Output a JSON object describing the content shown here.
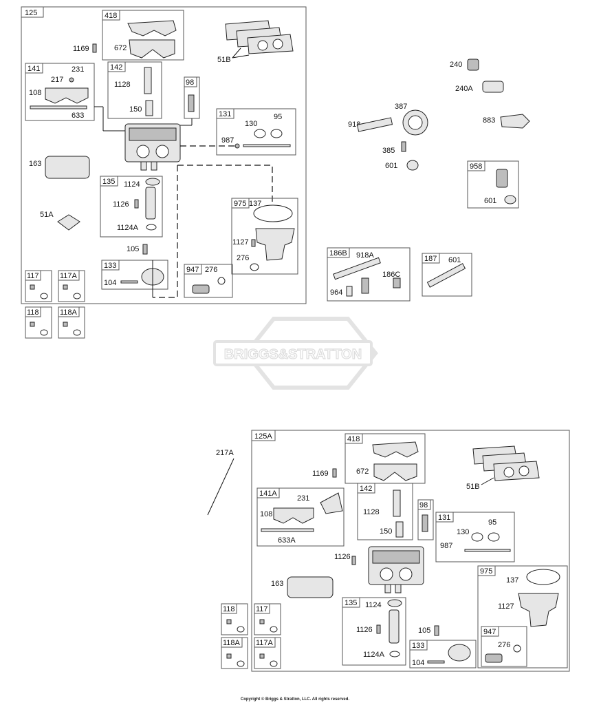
{
  "watermark": "BRIGGS&STRATTON",
  "copyright": "Copyright © Briggs & Stratton, LLC. All rights reserved.",
  "diagram1": {
    "kit": "125",
    "k418": "418",
    "p672": "672",
    "p1169": "1169",
    "p51b": "51B",
    "k141": "141",
    "p231": "231",
    "p217": "217",
    "p108": "108",
    "p633": "633",
    "k142": "142",
    "p1128": "1128",
    "p150": "150",
    "k98": "98",
    "k131": "131",
    "p130": "130",
    "p95": "95",
    "p987": "987",
    "p163": "163",
    "p51a": "51A",
    "k135": "135",
    "p1124": "1124",
    "p1126": "1126",
    "p1124a": "1124A",
    "p105": "105",
    "k133": "133",
    "p104": "104",
    "k947": "947",
    "p276a": "276",
    "k975": "975",
    "p137": "137",
    "p1127": "1127",
    "p276b": "276",
    "k117": "117",
    "k117a": "117A",
    "k118": "118",
    "k118a": "118A"
  },
  "fuel": {
    "p240": "240",
    "p240a": "240A",
    "p387": "387",
    "p918": "918",
    "p883": "883",
    "p385": "385",
    "p601a": "601",
    "k958": "958",
    "p601b": "601",
    "k186b": "186B",
    "p918a": "918A",
    "p186c": "186C",
    "p964": "964",
    "k187": "187",
    "p601c": "601"
  },
  "diagram2": {
    "p217a": "217A",
    "kit": "125A",
    "k418": "418",
    "p672": "672",
    "p1169": "1169",
    "p51b": "51B",
    "k141a": "141A",
    "p231": "231",
    "p108": "108",
    "p633a": "633A",
    "k142": "142",
    "p1128": "1128",
    "p150": "150",
    "k98": "98",
    "k131": "131",
    "p130": "130",
    "p95": "95",
    "p987": "987",
    "p1126": "1126",
    "p163": "163",
    "k975": "975",
    "p137": "137",
    "p1127": "1127",
    "k947": "947",
    "p276": "276",
    "k135": "135",
    "p1124": "1124",
    "p1126b": "1126",
    "p1124a": "1124A",
    "p105": "105",
    "k133": "133",
    "p104": "104",
    "k118": "118",
    "k117": "117",
    "k118a": "118A",
    "k117a": "117A"
  }
}
